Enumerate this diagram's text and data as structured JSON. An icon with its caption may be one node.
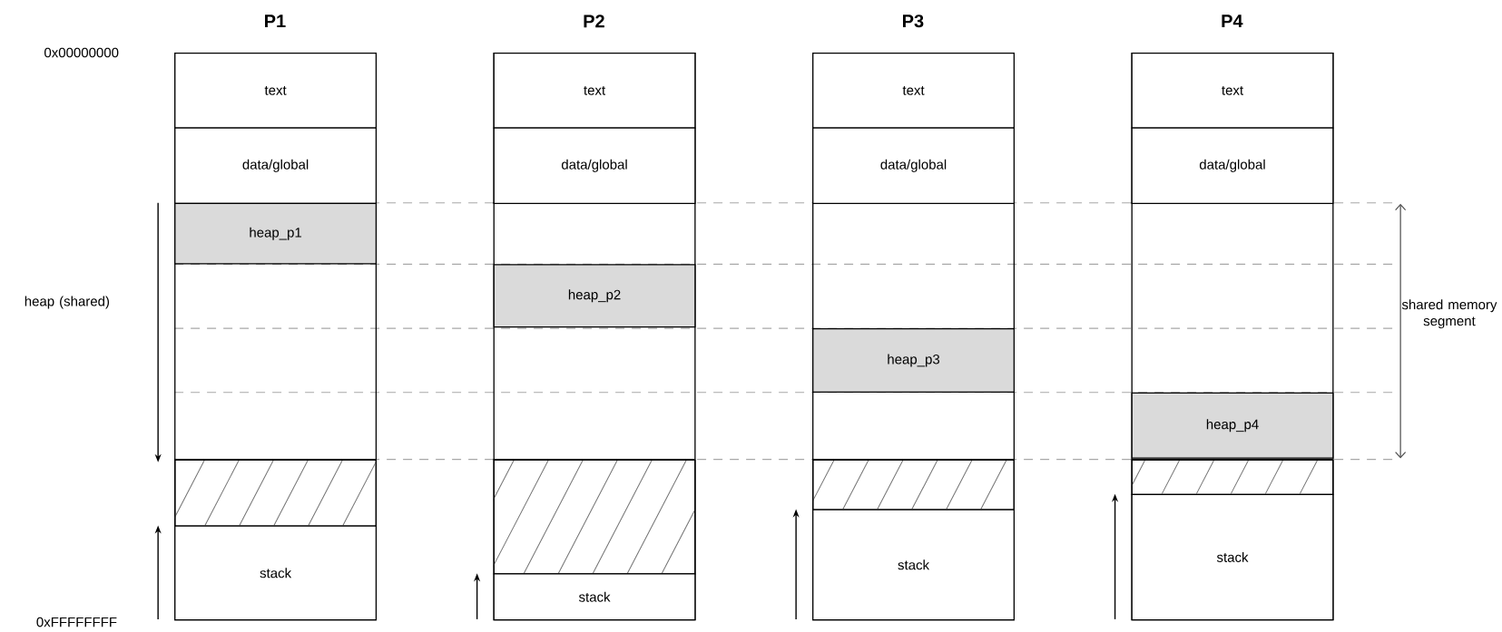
{
  "diagram": {
    "nodes": [
      {
        "text": [
          "P1"
        ]
      },
      {
        "text": [
          "text"
        ],
        "in": 0
      },
      {
        "text": [
          "data/global"
        ],
        "in": 0
      },
      {
        "text": [
          "heap_p1"
        ],
        "in": 0
      },
      {
        "text": [],
        "shape": "box",
        "in": 0
      },
      {
        "text": [
          "stack"
        ],
        "in": 0
      },
      {
        "text": [
          "P2"
        ]
      },
      {
        "text": [
          "text"
        ],
        "in": 6
      },
      {
        "text": [
          "data/global"
        ],
        "in": 6
      },
      {
        "text": [
          "heap_p2"
        ],
        "in": 6
      },
      {
        "text": [],
        "shape": "box",
        "in": 6
      },
      {
        "text": [
          "stack"
        ],
        "in": 6
      },
      {
        "text": [
          "P3"
        ]
      },
      {
        "text": [
          "text"
        ],
        "in": 12
      },
      {
        "text": [
          "data/global"
        ],
        "in": 12
      },
      {
        "text": [
          "heap_p3"
        ],
        "in": 12
      },
      {
        "text": [],
        "shape": "box",
        "in": 12
      },
      {
        "text": [
          "stack"
        ],
        "in": 12
      },
      {
        "text": [
          "P4"
        ]
      },
      {
        "text": [
          "text"
        ],
        "in": 18
      },
      {
        "text": [
          "data/global"
        ],
        "in": 18
      },
      {
        "text": [
          "heap_p4"
        ],
        "in": 18
      },
      {
        "text": [],
        "shape": "box",
        "in": 18
      },
      {
        "text": [
          "stack"
        ],
        "in": 18
      }
    ],
    "labels": [
      "0x00000000",
      "heap (shared)",
      "shared memory segment",
      "0xFFFFFFFF"
    ]
  }
}
